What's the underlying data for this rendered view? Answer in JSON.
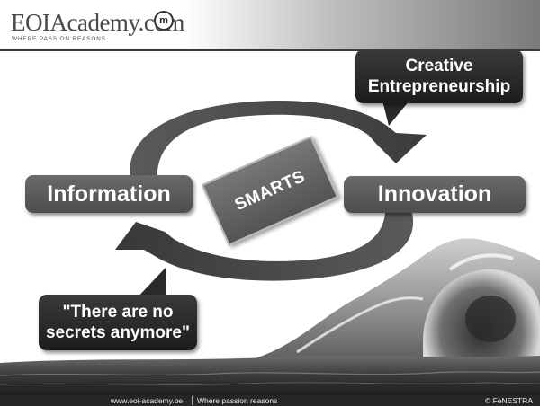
{
  "header": {
    "logo_text": "EOIAcademy.com",
    "logo_badge": "m",
    "tagline": "WHERE PASSION REASONS"
  },
  "diagram": {
    "center_label": "SMARTS",
    "left_node": "Information",
    "right_node": "Innovation",
    "callout_top": [
      "Creative",
      "Entrepreneurship"
    ],
    "callout_bottom": [
      "\"There are no",
      "secrets anymore\""
    ]
  },
  "footer": {
    "url": "www.eoi-academy.be",
    "tagline": "Where passion reasons",
    "copyright": "© FeNESTRA"
  },
  "colors": {
    "box_dark": "#262626",
    "box_mid": "#5a5a5a",
    "arrow": "#4a4a4a",
    "footer": "#262626"
  }
}
